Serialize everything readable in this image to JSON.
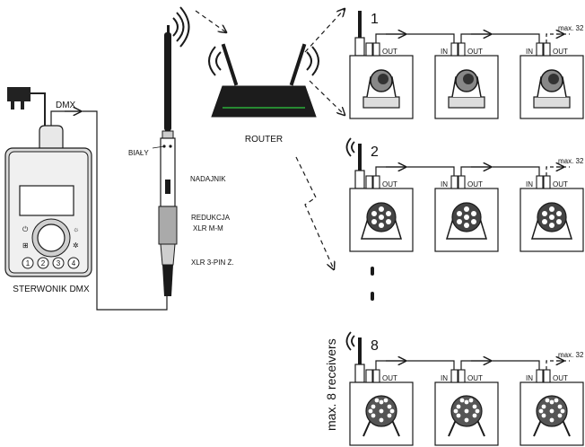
{
  "colors": {
    "stroke": "#1a1a1a",
    "device_gray": "#d9d9d9",
    "router_body": "#1c1c1c",
    "router_led": "#2ecc40"
  },
  "controller": {
    "label": "STERWONIK DMX",
    "dmx_label": "DMX",
    "buttons": [
      "1",
      "2",
      "3",
      "4"
    ]
  },
  "transmitter": {
    "white_label": "BIAŁY",
    "nadajnik_label": "NADAJNIK",
    "reduction_label_1": "REDUKCJA",
    "reduction_label_2": "XLR M-M",
    "xlr_label": "XLR 3-PIN Ż."
  },
  "router": {
    "label": "ROUTER"
  },
  "groups": [
    {
      "number": "1",
      "fixture_icon": "moving-head-icon"
    },
    {
      "number": "2",
      "fixture_icon": "led-par-icon"
    },
    {
      "number": "8",
      "fixture_icon": "flat-par-icon"
    }
  ],
  "port_labels": {
    "in": "IN",
    "out": "OUT"
  },
  "max_label": "max. 32",
  "receivers_label": "max. 8 receivers"
}
